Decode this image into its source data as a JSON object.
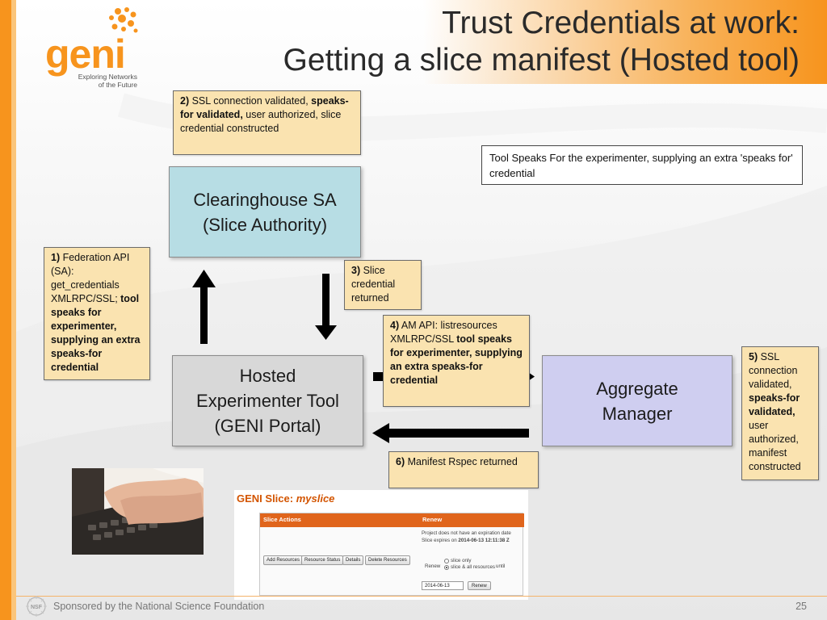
{
  "logo": {
    "word": "geni",
    "tagline": "Exploring Networks of the Future"
  },
  "title": {
    "line1": "Trust Credentials at work:",
    "line2": "Getting a slice manifest (Hosted tool)"
  },
  "entities": {
    "slice_authority": {
      "line1": "Clearinghouse SA",
      "line2": "(Slice Authority)"
    },
    "hosted_tool": {
      "line1": "Hosted",
      "line2": "Experimenter Tool",
      "line3": "(GENI Portal)"
    },
    "aggregate_manager": {
      "line1": "Aggregate",
      "line2": "Manager"
    }
  },
  "tooltip": "Tool Speaks For the experimenter, supplying an extra 'speaks for' credential",
  "steps": {
    "step1": {
      "num": "1)",
      "text": " Federation API (SA): get_credentials XMLRPC/SSL; ",
      "bold": "tool speaks for experimenter, supplying an extra speaks-for credential"
    },
    "step2": {
      "num": "2)",
      "text1": " SSL connection validated, ",
      "bold": "speaks-for validated,",
      "text2": " user authorized, slice credential constructed"
    },
    "step3": {
      "num": "3)",
      "text": " Slice credential returned"
    },
    "step4": {
      "num": "4)",
      "text": " AM API: listresources XMLRPC/SSL ",
      "bold": "tool speaks for experimenter, supplying an extra speaks-for credential"
    },
    "step5": {
      "num": "5)",
      "text1": " SSL connection validated, ",
      "bold": "speaks-for validated,",
      "text2": " user authorized, manifest constructed"
    },
    "step6": {
      "num": "6)",
      "text": " Manifest Rspec returned"
    }
  },
  "slice_screenshot": {
    "title_prefix": "GENI Slice: ",
    "title_name": "myslice",
    "header_left": "Slice Actions",
    "header_right": "Renew",
    "buttons": [
      "Add Resources",
      "Resource Status",
      "Details",
      "Delete Resources"
    ],
    "expiry_line1": "Project does not have an expiration date",
    "expiry_line2_prefix": "Slice expires on ",
    "expiry_line2_value": "2014-06-13 12:11:38 Z",
    "renew_label": "Renew",
    "radio1": "slice only",
    "radio2": "slice & all resources",
    "until": "until",
    "date_value": "2014-06-13",
    "renew_button": "Renew"
  },
  "footer": {
    "sponsor": "Sponsored by the National Science Foundation",
    "page": "25"
  },
  "colors": {
    "accent": "#f7941d",
    "note_bg": "#fae3b0",
    "sa_bg": "#b7dde4",
    "tool_bg": "#d8d8d8",
    "am_bg": "#cfcef0"
  }
}
